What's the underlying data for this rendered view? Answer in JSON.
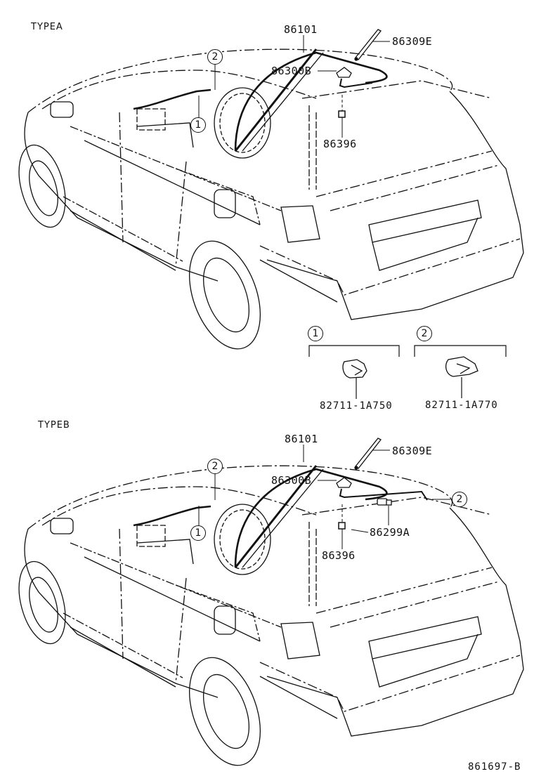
{
  "diagram": {
    "drawing_code": "861697-B",
    "sections": [
      {
        "type_label": "TYPEA",
        "callouts": {
          "roof_harness": "86101",
          "antenna_rod": "86309E",
          "antenna_base": "86300B",
          "antenna_pad": "86396",
          "clamp_1": "1",
          "clamp_2": "2"
        },
        "detail_parts": [
          {
            "ref": "1",
            "part_no": "82711-1A750"
          },
          {
            "ref": "2",
            "part_no": "82711-1A770"
          }
        ]
      },
      {
        "type_label": "TYPEB",
        "callouts": {
          "roof_harness": "86101",
          "antenna_rod": "86309E",
          "antenna_base": "86300B",
          "antenna_pad": "86396",
          "amplifier": "86299A",
          "clamp_1": "1",
          "clamp_2": "2",
          "clamp_2_rear": "2"
        }
      }
    ]
  }
}
